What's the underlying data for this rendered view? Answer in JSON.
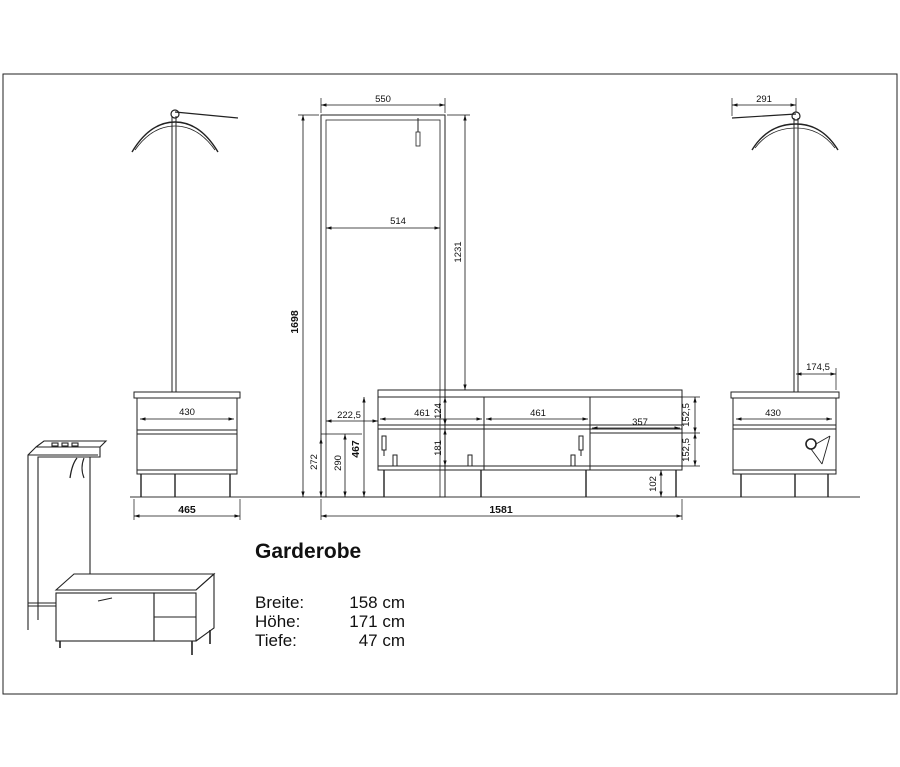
{
  "title": "Garderobe",
  "specs": [
    {
      "label": "Breite:",
      "value": "158 cm"
    },
    {
      "label": "Höhe:",
      "value": "171 cm"
    },
    {
      "label": "Tiefe:",
      "value": "47 cm"
    }
  ],
  "dimensions": {
    "front_frame_width": "550",
    "front_inner_width": "514",
    "frame_height": "1231",
    "total_height": "1698",
    "side_left_depth": "465",
    "side_left_inner": "430",
    "side_right_top": "291",
    "side_right_inner": "430",
    "side_right_offset": "174,5",
    "total_width": "1581",
    "frame_offset": "222,5",
    "bench_height": "467",
    "bench_290": "290",
    "bench_272": "272",
    "comp_1": "461",
    "comp_2": "461",
    "comp_3": "357",
    "top_gap": "124",
    "lower_height": "181",
    "right_upper": "152,5",
    "right_lower": "152,5",
    "foot_height": "102"
  }
}
